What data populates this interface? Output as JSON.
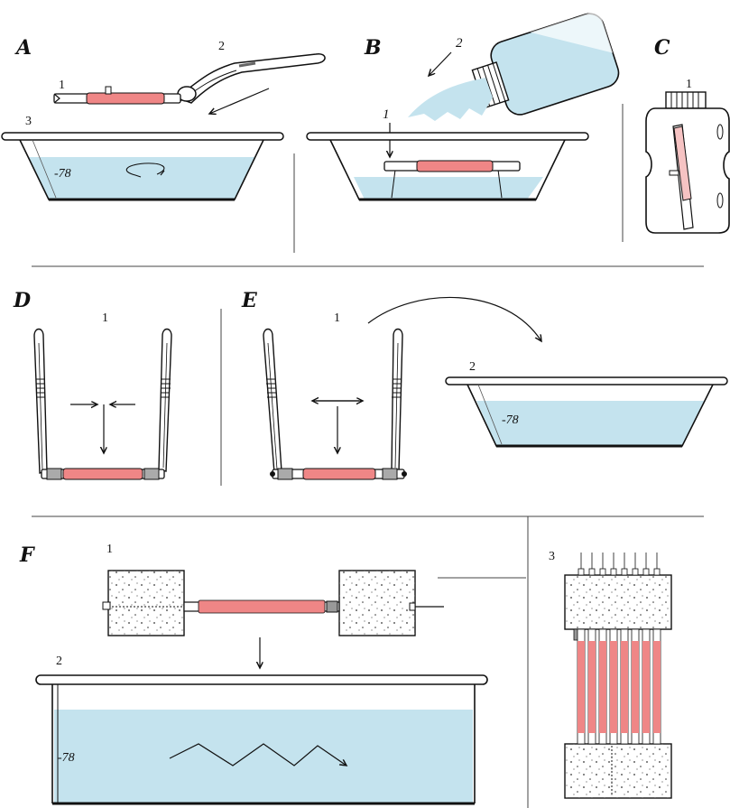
{
  "panels": {
    "A": {
      "label": "A",
      "tweezers_num": "2",
      "tube_num": "1",
      "bath_num": "3",
      "temp": "-78"
    },
    "B": {
      "label": "B",
      "bottle_num": "2",
      "tube_num": "1"
    },
    "C": {
      "label": "C",
      "num": "1"
    },
    "D": {
      "label": "D",
      "num": "1"
    },
    "E": {
      "label": "E",
      "num": "1",
      "bath_num": "2",
      "temp": "-78"
    },
    "F": {
      "label": "F",
      "num1": "1",
      "num2": "2",
      "num3": "3",
      "temp": "-78"
    }
  },
  "colors": {
    "liquid": "#c4e3ee",
    "tube": "#ef8686",
    "tube_light": "#f6c3c3",
    "outline": "#111111"
  }
}
